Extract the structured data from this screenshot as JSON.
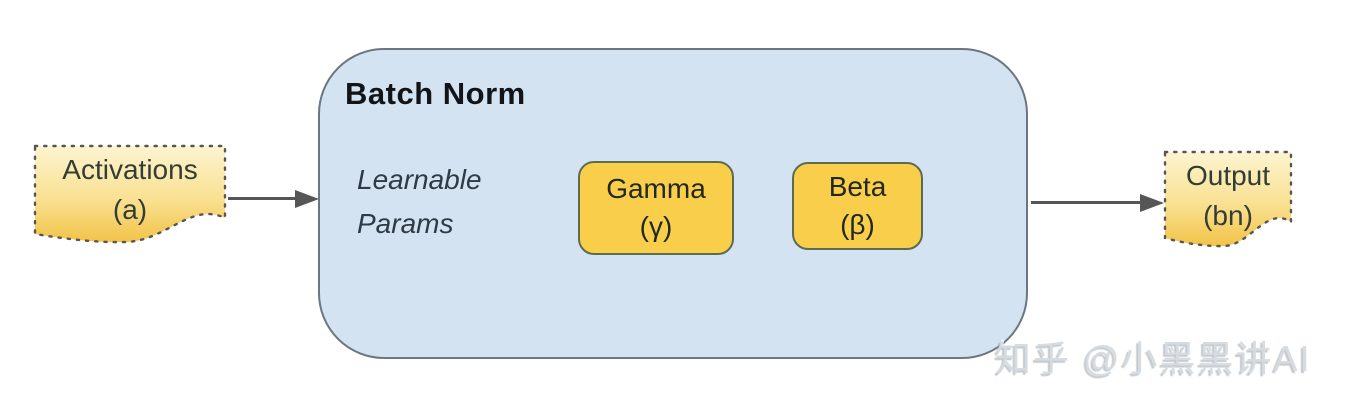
{
  "diagram": {
    "input_node": {
      "label": "Activations\n(a)"
    },
    "batch_norm": {
      "title": "Batch Norm",
      "params_label": "Learnable\nParams",
      "gamma": {
        "label": "Gamma\n(γ)"
      },
      "beta": {
        "label": "Beta\n(β)"
      }
    },
    "output_node": {
      "label": "Output\n(bn)"
    },
    "watermark": "知乎 @小黑黑讲AI",
    "colors": {
      "container_fill": "#d3e3f2",
      "container_border": "#6b7680",
      "param_fill": "#f9ce4a",
      "param_border": "#5e6b54",
      "note_fill_top": "#fdf4d0",
      "note_fill_bottom": "#f2c348",
      "note_border": "#565656",
      "arrow": "#565656",
      "title_text": "#121418",
      "watermark_text": "#d5dadf"
    }
  }
}
